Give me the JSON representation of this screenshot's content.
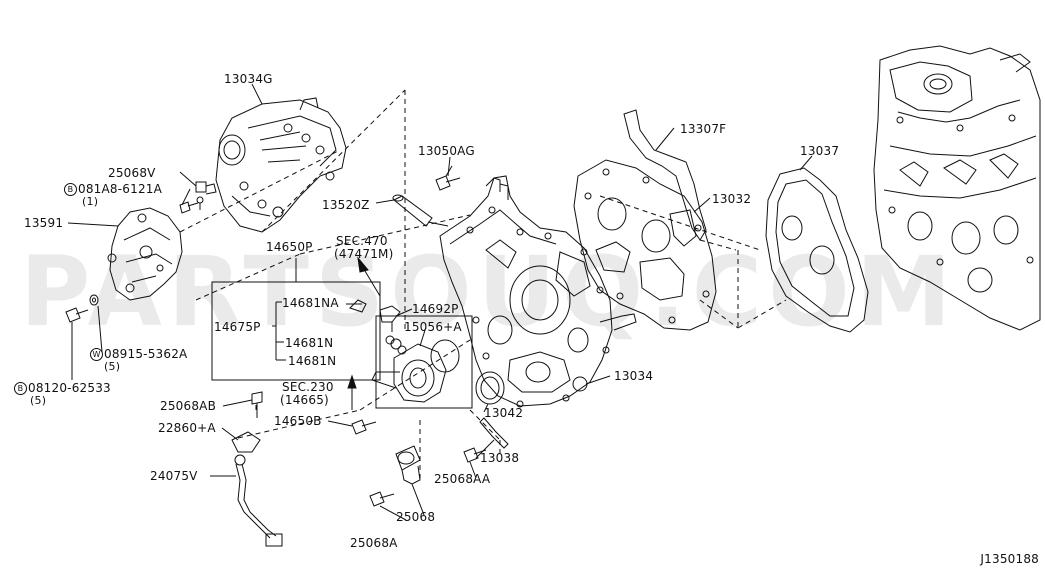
{
  "watermark": "PARTSOUQ.COM",
  "diagram_id": "J1350188",
  "parts": {
    "p13034G": "13034G",
    "p25068V": "25068V",
    "p081A8": "081A8-6121A",
    "p081A8_qty": "(1)",
    "p13591": "13591",
    "p14650P": "14650P",
    "p14681NA": "14681NA",
    "p14675P": "14675P",
    "p14681N_a": "14681N",
    "p14681N_b": "14681N",
    "p08915": "08915-5362A",
    "p08915_qty": "(5)",
    "p08120": "08120-62533",
    "p08120_qty": "(5)",
    "p25068AB": "25068AB",
    "p22860A": "22860+A",
    "p24075V": "24075V",
    "p14650B": "14650B",
    "p25068A": "25068A",
    "p25068": "25068",
    "p25068AA": "25068AA",
    "p13038": "13038",
    "p13042": "13042",
    "p13034": "13034",
    "p13050AG": "13050AG",
    "p13520Z": "13520Z",
    "sec470": "SEC.470",
    "sec470_ref": "(47471M)",
    "p14692P": "14692P",
    "p15056A": "15056+A",
    "sec230": "SEC.230",
    "sec230_ref": "(14665)",
    "p13307F": "13307F",
    "p13032": "13032",
    "p13037": "13037"
  },
  "badges": {
    "b": "B",
    "w": "W"
  }
}
